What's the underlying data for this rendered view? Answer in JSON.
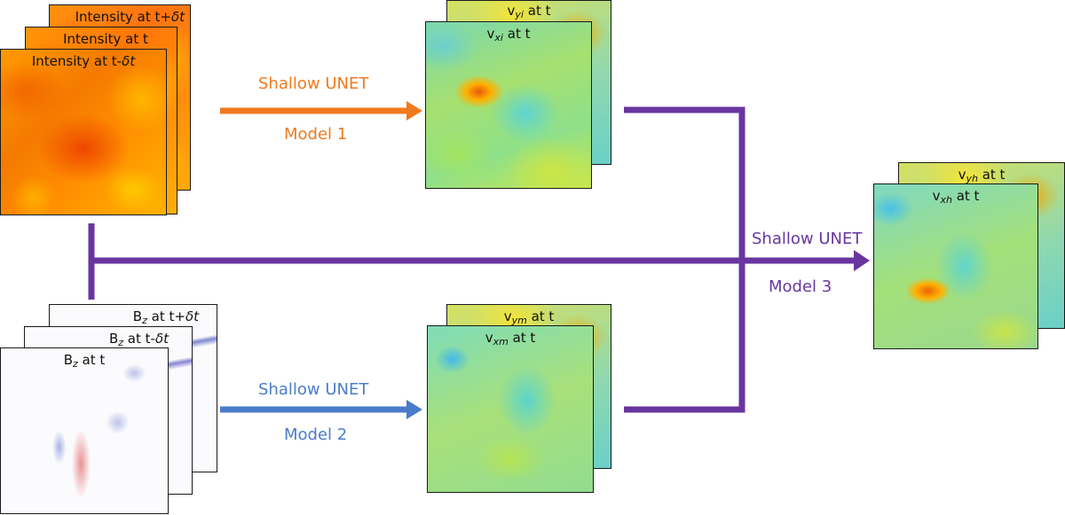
{
  "intensity_stack": {
    "back": "Intensity at t+",
    "back_delta": "δt",
    "middle": "Intensity at t",
    "front": "Intensity at t-",
    "front_delta": "δt"
  },
  "bz_stack": {
    "back_main": "B",
    "back_sub": "z",
    "back_rest": " at t+",
    "back_delta": "δt",
    "middle_main": "B",
    "middle_sub": "z",
    "middle_rest": " at t-",
    "middle_delta": "δt",
    "front_main": "B",
    "front_sub": "z",
    "front_rest": " at t"
  },
  "model1_output": {
    "back_main": "v",
    "back_sub": "yi",
    "back_rest": " at t",
    "front_main": "v",
    "front_sub": "xi",
    "front_rest": " at t"
  },
  "model2_output": {
    "back_main": "v",
    "back_sub": "ym",
    "back_rest": " at t",
    "front_main": "v",
    "front_sub": "xm",
    "front_rest": " at t"
  },
  "model3_output": {
    "back_main": "v",
    "back_sub": "yh",
    "back_rest": " at t",
    "front_main": "v",
    "front_sub": "xh",
    "front_rest": " at t"
  },
  "model1": {
    "name": "Shallow UNET",
    "label": "Model 1",
    "color": "#f07a1e"
  },
  "model2": {
    "name": "Shallow UNET",
    "label": "Model 2",
    "color": "#4a7ccc"
  },
  "model3": {
    "name": "Shallow UNET",
    "label": "Model 3",
    "color": "#6a35a0"
  }
}
